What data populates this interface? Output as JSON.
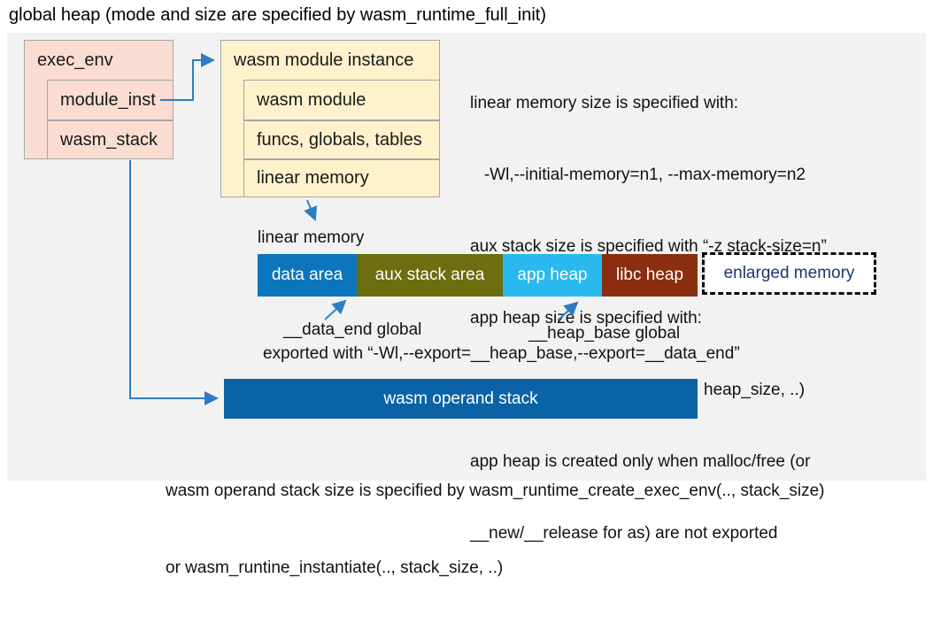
{
  "title": "global heap (mode and size are specified by wasm_runtime_full_init)",
  "colors": {
    "panel_bg": "#f2f2f2",
    "exec_box_fill": "#fadcd1",
    "module_box_fill": "#fdf2cc",
    "box_border": "#a6a6a6",
    "arrow": "#2e7dc2",
    "data_area": "#0c76bc",
    "aux_stack_area": "#6c6e0f",
    "app_heap": "#29b9ee",
    "libc_heap": "#8b2d0f",
    "operand_stack": "#0b63a6",
    "enlarged_text": "#1a366e"
  },
  "exec_env": {
    "title": "exec_env",
    "fields": [
      "module_inst",
      "wasm_stack"
    ]
  },
  "module_instance": {
    "title": "wasm module instance",
    "fields": [
      "wasm module",
      "funcs, globals, tables",
      "linear memory"
    ]
  },
  "notes_right": [
    "linear memory size is specified with:",
    "   -Wl,--initial-memory=n1, --max-memory=n2",
    "aux stack size is specified with “-z stack-size=n”",
    "app heap size is specified with:",
    "   wasm_runtime_instantiate(.., heap_size, ..)",
    "app heap is created only when malloc/free (or",
    "__new/__release for as) are not exported"
  ],
  "linear_memory": {
    "label": "linear memory",
    "segments": [
      {
        "label": "data area",
        "color": "#0c76bc"
      },
      {
        "label": "aux stack area",
        "color": "#6c6e0f"
      },
      {
        "label": "app heap",
        "color": "#29b9ee"
      },
      {
        "label": "libc heap",
        "color": "#8b2d0f"
      }
    ],
    "enlarged": "enlarged memory"
  },
  "annotations": {
    "data_end": "__data_end global",
    "heap_base": "__heap_base global",
    "exported": "exported with “-Wl,--export=__heap_base,--export=__data_end”"
  },
  "operand_stack": "wasm operand stack",
  "notes_bottom": [
    "wasm operand stack size is specified by wasm_runtime_create_exec_env(.., stack_size)",
    "or wasm_runtine_instantiate(.., stack_size, ..)"
  ]
}
